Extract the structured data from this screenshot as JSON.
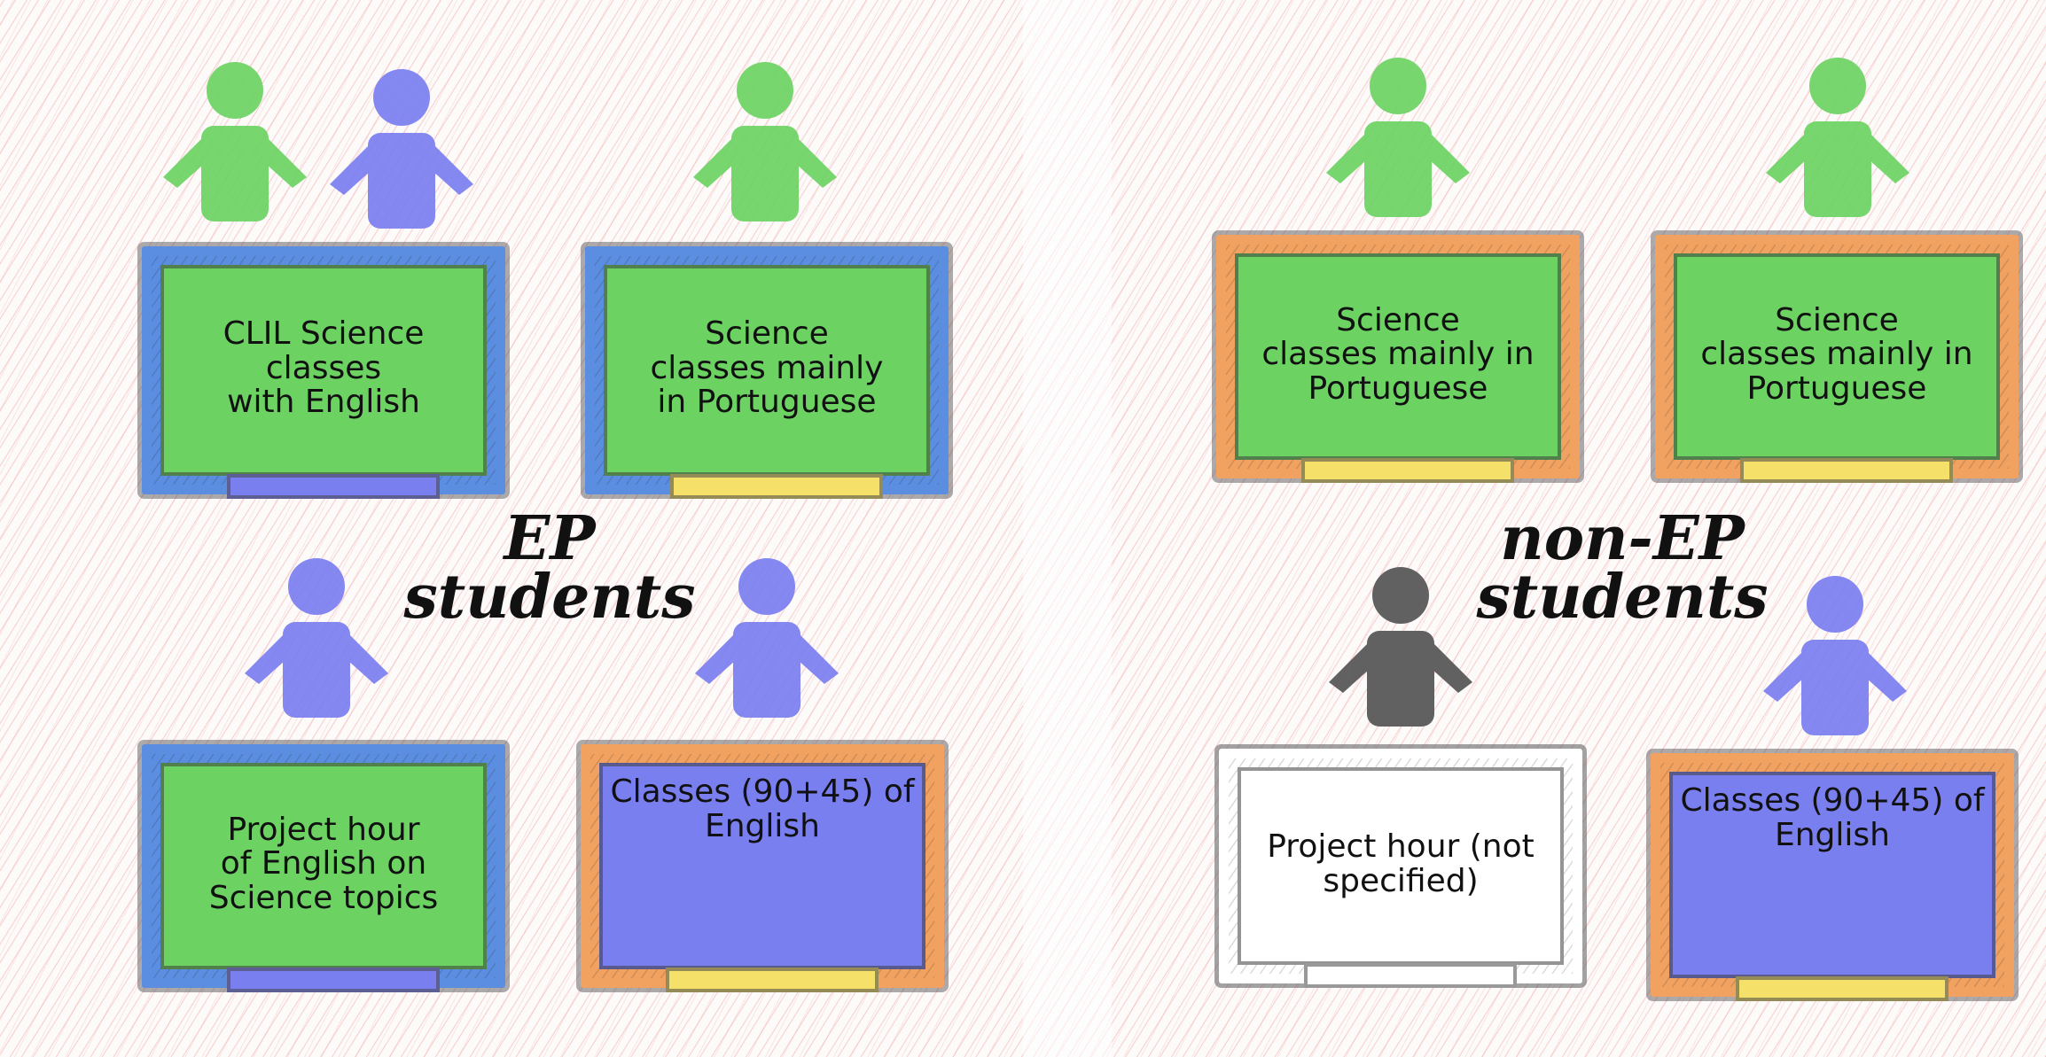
{
  "colors": {
    "green": "#6cd363",
    "blue_person": "#7a7ff0",
    "dark_person": "#555555",
    "frame_blue": "#5b8ee0",
    "frame_orange": "#f2a260",
    "tray_yellow": "#f5e06a"
  },
  "left_group": {
    "caption": "EP\nstudents",
    "boards": [
      {
        "text": "CLIL Science\nclasses\nwith English"
      },
      {
        "text": "Science\nclasses mainly\nin Portuguese"
      },
      {
        "text": "Project hour\nof English on\nScience topics"
      },
      {
        "text": "Classes (90+45) of\nEnglish"
      }
    ]
  },
  "right_group": {
    "caption": "non-EP\nstudents",
    "boards": [
      {
        "text": "Science\nclasses mainly in\nPortuguese"
      },
      {
        "text": "Science\nclasses mainly in\nPortuguese"
      },
      {
        "text": "Project hour (not\nspecified)"
      },
      {
        "text": "Classes (90+45) of\nEnglish"
      }
    ]
  },
  "icons": {
    "person": "person-icon"
  }
}
